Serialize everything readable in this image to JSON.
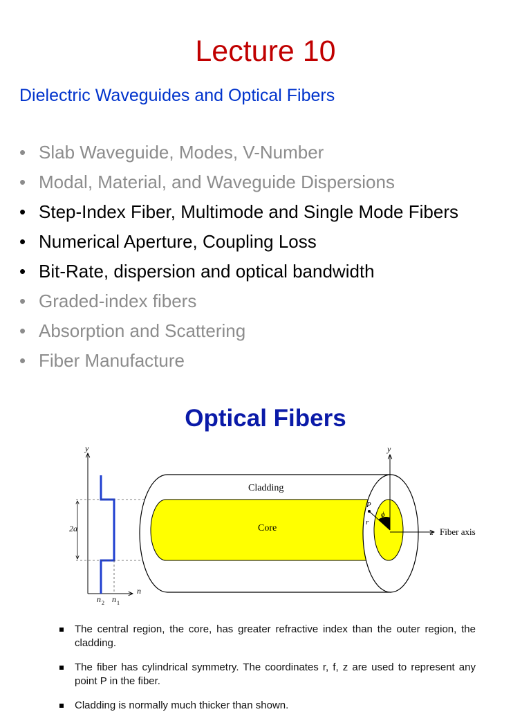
{
  "header": {
    "title": "Lecture 10",
    "subtitle": "Dielectric Waveguides and Optical Fibers"
  },
  "topics": [
    {
      "bullet": "•",
      "label": "Slab Waveguide, Modes, V-Number",
      "state": "dim"
    },
    {
      "bullet": "•",
      "label": "Modal, Material, and Waveguide Dispersions",
      "state": "dim"
    },
    {
      "bullet": "•",
      "label": "Step-Index Fiber, Multimode and Single Mode Fibers",
      "state": "active"
    },
    {
      "bullet": "•",
      "label": "Numerical Aperture, Coupling Loss",
      "state": "active"
    },
    {
      "bullet": "•",
      "label": "Bit-Rate, dispersion and optical bandwidth",
      "state": "active"
    },
    {
      "bullet": "•",
      "label": "Graded-index fibers",
      "state": "dim"
    },
    {
      "bullet": "•",
      "label": "Absorption and Scattering",
      "state": "dim"
    },
    {
      "bullet": "•",
      "label": "Fiber Manufacture",
      "state": "dim"
    }
  ],
  "section": {
    "title": "Optical Fibers"
  },
  "figure": {
    "profile_y_label": "y",
    "profile_diameter_label": "2a",
    "profile_n_label": "n",
    "profile_n2_label": "n",
    "profile_n2_sub": "2",
    "profile_n1_label": "n",
    "profile_n1_sub": "1",
    "cladding_label": "Cladding",
    "core_label": "Core",
    "axis_y_label": "y",
    "point_label": "P",
    "radius_label": "r",
    "angle_label": "ϕ",
    "axis_z_label": "z",
    "fiber_axis_label": "Fiber axis",
    "colors": {
      "core": "#ffff00",
      "profile_line": "#1f3fd0",
      "cladding": "#ffffff"
    }
  },
  "notes": [
    "The central region, the core, has greater refractive index than the outer region, the cladding.",
    "The fiber has cylindrical symmetry. The coordinates r, f, z  are used to represent any point P in the fiber.",
    "Cladding is normally much thicker than shown."
  ]
}
